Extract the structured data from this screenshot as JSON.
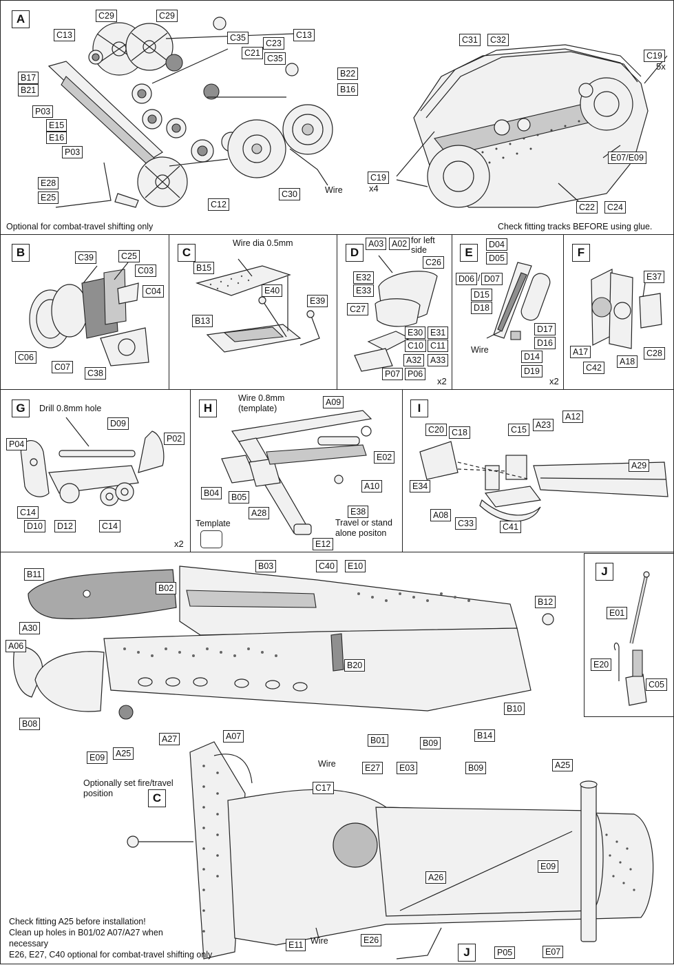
{
  "panels": {
    "A": {
      "tag": "A",
      "labels": [
        "C29",
        "C29",
        "C13",
        "C35",
        "C13",
        "C23",
        "C21",
        "C35",
        "B17",
        "B21",
        "B22",
        "B16",
        "P03",
        "E15",
        "E16",
        "P03",
        "E28",
        "E25",
        "C12",
        "C30",
        "C31",
        "C32",
        "C19",
        "C19",
        "E07/E09",
        "C22",
        "C24"
      ],
      "mult_5x": "5x",
      "mult_x4": "x4",
      "wire": "Wire",
      "note_left": "Optional for combat-travel shifting only",
      "note_right": "Check fitting tracks BEFORE using glue."
    },
    "B": {
      "tag": "B",
      "labels": [
        "C39",
        "C25",
        "C03",
        "C04",
        "C06",
        "C07",
        "C38"
      ]
    },
    "C": {
      "tag": "C",
      "wire_note": "Wire dia 0.5mm",
      "labels": [
        "B15",
        "E40",
        "E39",
        "B13"
      ]
    },
    "D": {
      "tag": "D",
      "labels": [
        "A03",
        "A02",
        "C26",
        "E32",
        "E33",
        "C27",
        "E30",
        "E31",
        "C10",
        "C11",
        "A32",
        "A33",
        "P07",
        "P06"
      ],
      "note": "for left side",
      "mult": "x2"
    },
    "E": {
      "tag": "E",
      "labels": [
        "D04",
        "D05",
        "D06",
        "D07",
        "D15",
        "D18",
        "D17",
        "D16",
        "D14",
        "D19"
      ],
      "slash": "/",
      "wire": "Wire",
      "mult": "x2"
    },
    "F": {
      "tag": "F",
      "labels": [
        "E37",
        "A17",
        "C42",
        "A18",
        "C28"
      ]
    },
    "G": {
      "tag": "G",
      "drill": "Drill 0.8mm hole",
      "labels": [
        "D09",
        "P04",
        "P02",
        "C14",
        "D10",
        "D12",
        "C14"
      ],
      "mult": "x2"
    },
    "H": {
      "tag": "H",
      "wire_l1": "Wire 0.8mm",
      "wire_l2": "(template)",
      "labels": [
        "A09",
        "E02",
        "B04",
        "B05",
        "A10",
        "A28",
        "E38",
        "E12"
      ],
      "template": "Template",
      "travel_l1": "Travel or stand",
      "travel_l2": "alone positon"
    },
    "I": {
      "tag": "I",
      "labels": [
        "C20",
        "C18",
        "C15",
        "A23",
        "A12",
        "A29",
        "E34",
        "A08",
        "C33",
        "C41"
      ]
    },
    "J": {
      "tag": "J",
      "labels": [
        "E01",
        "E20",
        "C05"
      ]
    },
    "main": {
      "labels": [
        "B11",
        "B03",
        "C40",
        "E10",
        "B02",
        "B12",
        "A30",
        "A06",
        "B20",
        "A27",
        "A07",
        "B01",
        "B09",
        "B14",
        "B10",
        "B08",
        "E09",
        "A25",
        "E27",
        "E03",
        "B09",
        "A25",
        "C17",
        "E09",
        "A26",
        "E11",
        "E26",
        "J",
        "P05",
        "E07"
      ],
      "wire_top": "Wire",
      "wire_bottom": "Wire",
      "c_ref": "C",
      "fire_l1": "Optionally set fire/travel",
      "fire_l2": "position",
      "bottom_l1": "Check fitting A25 before installation!",
      "bottom_l2": "Clean up holes in B01/02 A07/A27 when",
      "bottom_l3": "necessary",
      "bottom_l4": "E26, E27, C40 optional for combat-travel shifting only"
    }
  }
}
